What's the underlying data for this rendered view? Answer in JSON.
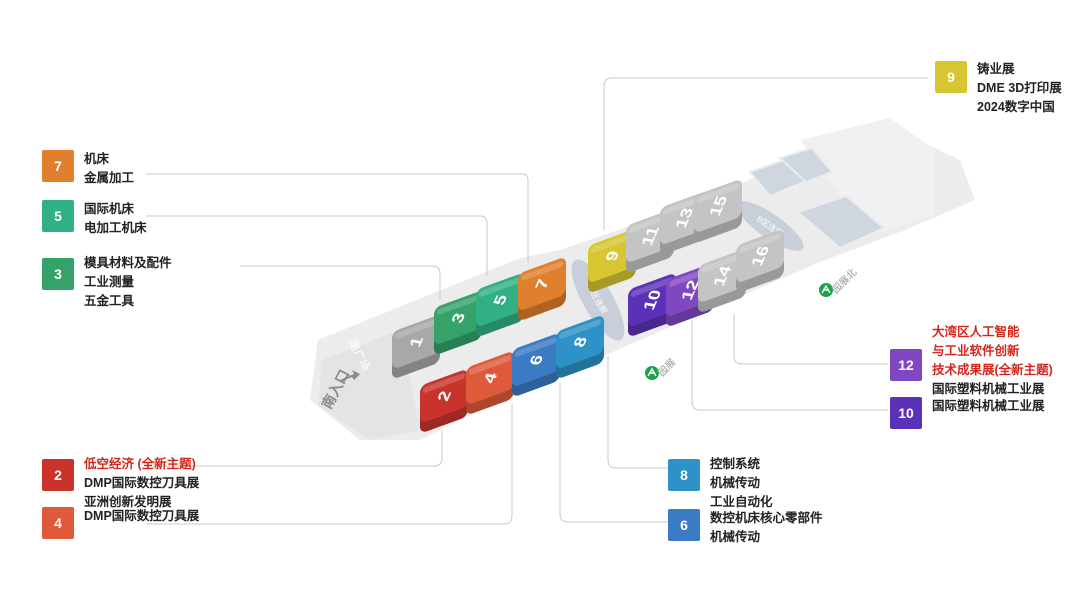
{
  "map": {
    "entrance_south": "南入口",
    "square_south": "南广场",
    "metro_label": "园展",
    "metro_label_north": "园展北",
    "corridor_labels": [
      "A区连廊",
      "B区连廊"
    ]
  },
  "halls": [
    {
      "num": "1",
      "color": "#a8a8a8"
    },
    {
      "num": "2",
      "color": "#c8342c"
    },
    {
      "num": "3",
      "color": "#35a26a"
    },
    {
      "num": "4",
      "color": "#df5a3a"
    },
    {
      "num": "5",
      "color": "#31b183"
    },
    {
      "num": "6",
      "color": "#3a7bc4"
    },
    {
      "num": "7",
      "color": "#e07f2d"
    },
    {
      "num": "8",
      "color": "#2d92c6"
    },
    {
      "num": "9",
      "color": "#d7c631"
    },
    {
      "num": "10",
      "color": "#5b32b7"
    },
    {
      "num": "11",
      "color": "#c4c4c4"
    },
    {
      "num": "12",
      "color": "#8048c0"
    },
    {
      "num": "13",
      "color": "#c4c4c4"
    },
    {
      "num": "14",
      "color": "#c4c4c4"
    },
    {
      "num": "15",
      "color": "#c4c4c4"
    },
    {
      "num": "16",
      "color": "#c4c4c4"
    }
  ],
  "legend": [
    {
      "id": "7",
      "num": "7",
      "color": "#e07f2d",
      "lines": [
        {
          "text": "机床",
          "highlight": false
        },
        {
          "text": "金属加工",
          "highlight": false
        }
      ]
    },
    {
      "id": "5",
      "num": "5",
      "color": "#31b183",
      "lines": [
        {
          "text": "国际机床",
          "highlight": false
        },
        {
          "text": "电加工机床",
          "highlight": false
        }
      ]
    },
    {
      "id": "3",
      "num": "3",
      "color": "#35a26a",
      "lines": [
        {
          "text": "模具材料及配件",
          "highlight": false
        },
        {
          "text": "工业测量",
          "highlight": false
        },
        {
          "text": "五金工具",
          "highlight": false
        }
      ]
    },
    {
      "id": "2",
      "num": "2",
      "color": "#c8342c",
      "lines": [
        {
          "text": "低空经济 (全新主题)",
          "highlight": true
        },
        {
          "text": "DMP国际数控刀具展",
          "highlight": false
        },
        {
          "text": "亚洲创新发明展",
          "highlight": false
        }
      ]
    },
    {
      "id": "4",
      "num": "4",
      "color": "#df5a3a",
      "lines": [
        {
          "text": "DMP国际数控刀具展",
          "highlight": false
        }
      ]
    },
    {
      "id": "9",
      "num": "9",
      "color": "#d7c631",
      "lines": [
        {
          "text": "铸业展",
          "highlight": false
        },
        {
          "text": "DME 3D打印展",
          "highlight": false
        },
        {
          "text": "2024数字中国",
          "highlight": false
        }
      ]
    },
    {
      "id": "12",
      "num": "12",
      "color": "#8048c0",
      "lines": [
        {
          "text": "大湾区人工智能",
          "highlight": true
        },
        {
          "text": "与工业软件创新",
          "highlight": true
        },
        {
          "text": "技术成果展(全新主题)",
          "highlight": true
        },
        {
          "text": "国际塑料机械工业展",
          "highlight": false
        }
      ]
    },
    {
      "id": "10",
      "num": "10",
      "color": "#5b32b7",
      "lines": [
        {
          "text": "国际塑料机械工业展",
          "highlight": false
        }
      ]
    },
    {
      "id": "8",
      "num": "8",
      "color": "#2d92c6",
      "lines": [
        {
          "text": "控制系统",
          "highlight": false
        },
        {
          "text": "机械传动",
          "highlight": false
        },
        {
          "text": "工业自动化",
          "highlight": false
        }
      ]
    },
    {
      "id": "6",
      "num": "6",
      "color": "#3a7bc4",
      "lines": [
        {
          "text": "数控机床核心零部件",
          "highlight": false
        },
        {
          "text": "机械传动",
          "highlight": false
        }
      ]
    }
  ]
}
